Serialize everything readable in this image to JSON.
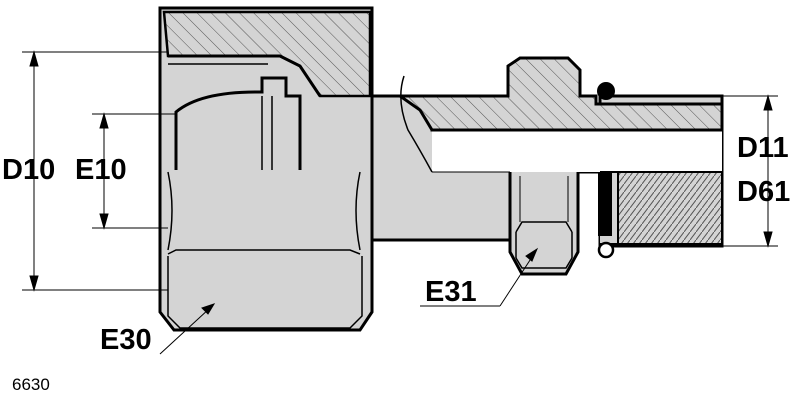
{
  "labels": {
    "d10": "D10",
    "e10": "E10",
    "d11": "D11",
    "d61": "D61",
    "e30": "E30",
    "e31": "E31"
  },
  "drawing_code": "6630",
  "colors": {
    "body_fill": "#d4d4d4",
    "outline": "#000000",
    "background": "#ffffff"
  }
}
